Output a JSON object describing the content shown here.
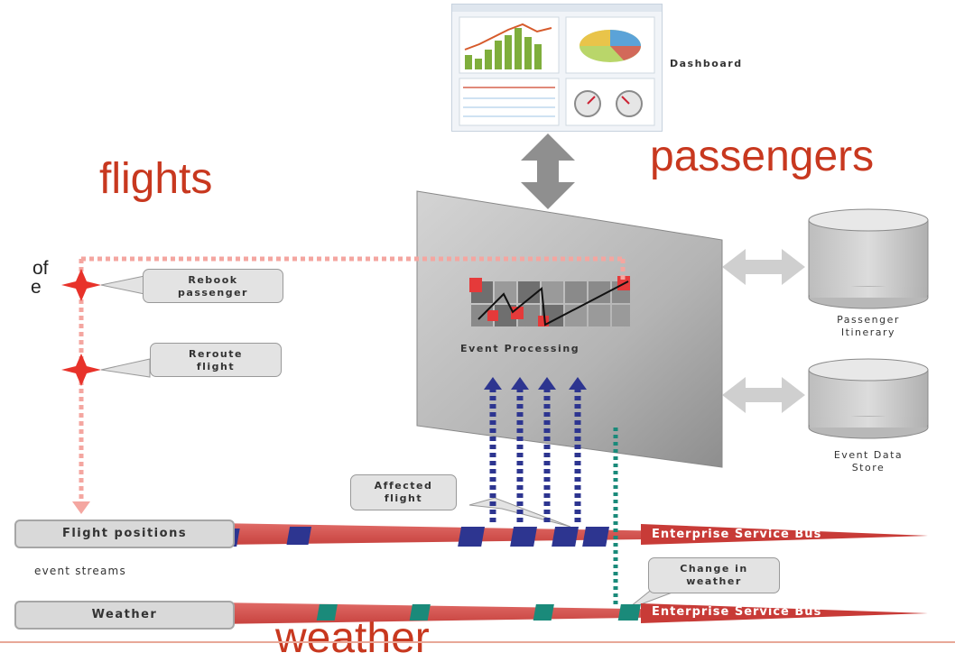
{
  "titles": {
    "flights": "flights",
    "passengers": "passengers",
    "weather": "weather"
  },
  "cropped_text": {
    "line1": "of",
    "line2": "e"
  },
  "dashboard": {
    "label": "Dashboard"
  },
  "event_processing": {
    "label": "Event Processing"
  },
  "actions": {
    "rebook": [
      "Rebook",
      "passenger"
    ],
    "reroute": [
      "Reroute",
      "flight"
    ]
  },
  "stores": {
    "itinerary": [
      "Passenger",
      "Itinerary"
    ],
    "event_data": [
      "Event Data",
      "Store"
    ]
  },
  "callouts": {
    "affected": [
      "Affected",
      "flight"
    ],
    "change": [
      "Change in",
      "weather"
    ]
  },
  "streams": {
    "flight_positions": "Flight positions",
    "weather": "Weather",
    "caption": "event streams"
  },
  "bus": {
    "top": "Enterprise Service Bus",
    "bottom": "Enterprise Service Bus"
  },
  "colors": {
    "accent_red": "#c8381f",
    "bus_red": "#d9524f",
    "event_blue": "#2d3590",
    "event_teal": "#1a8a7a"
  }
}
